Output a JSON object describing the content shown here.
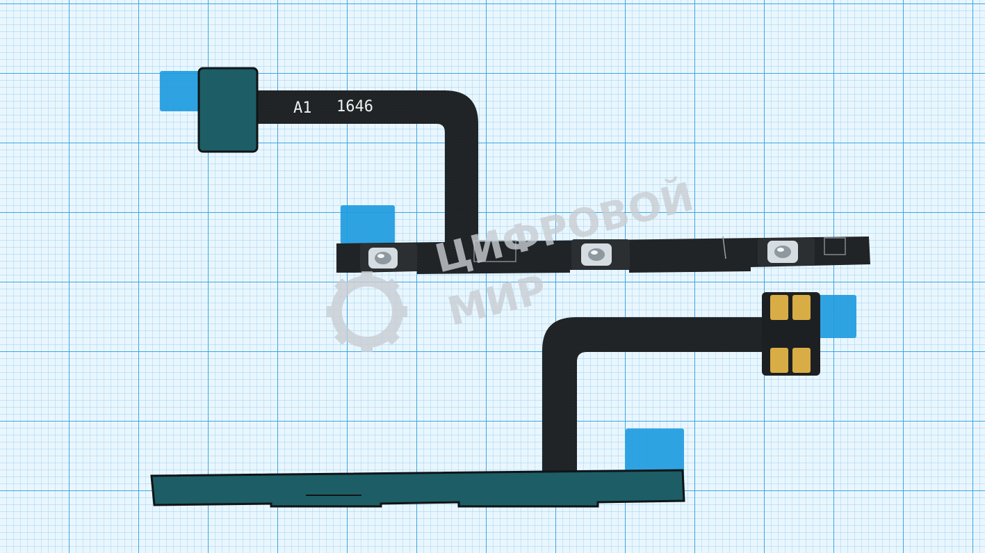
{
  "photo": {
    "subject": "",
    "background": {
      "type": "millimeter-grid-paper",
      "paper_color": "#eaf6fd",
      "minor_line_color": "#7cc6ee",
      "major_line_color": "#3ba6e3"
    },
    "cable": {
      "trace_color": "#1d2022",
      "stiffener_color": "#1d5d66",
      "blue_tape_color": "#1e9be0",
      "contact_pad_color": "#d9ad45",
      "button_dome_color": "#d6dde2",
      "marking_color": "#f1f1f1"
    },
    "cable_marking": {
      "code": "A1",
      "date": "1646"
    },
    "watermark": {
      "line1": "ЦИФРОВОЙ",
      "line2": "МИР",
      "color": "#c9cdd2"
    },
    "buttons": [
      {
        "name": "button-1"
      },
      {
        "name": "button-2"
      },
      {
        "name": "button-3"
      }
    ]
  }
}
